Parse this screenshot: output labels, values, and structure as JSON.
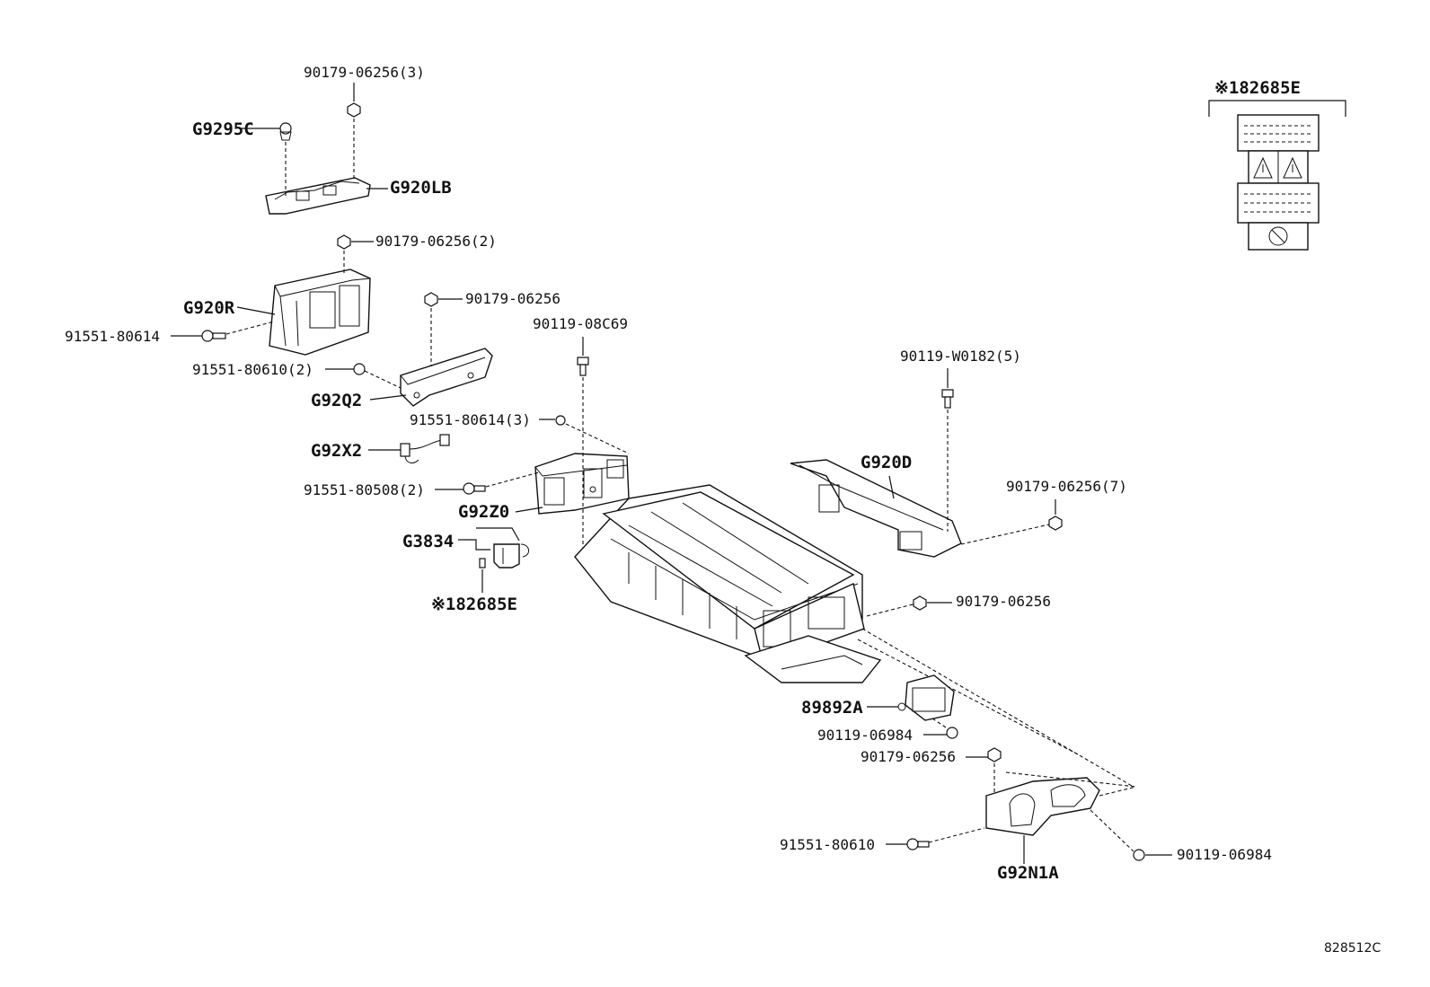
{
  "labels": {
    "l01": "90179-06256(3)",
    "l02": "G9295C",
    "l03": "G920LB",
    "l04": "90179-06256(2)",
    "l05": "G920R",
    "l06": "91551-80614",
    "l07": "90179-06256",
    "l08": "90119-08C69",
    "l09": "91551-80610(2)",
    "l10": "G92Q2",
    "l11": "91551-80614(3)",
    "l12": "G92X2",
    "l13": "91551-80508(2)",
    "l14": "G92Z0",
    "l15": "G3834",
    "l16": "※182685E",
    "l17": "90119-W0182(5)",
    "l18": "G920D",
    "l19": "90179-06256(7)",
    "l20": "90179-06256",
    "l21": "89892A",
    "l22": "90119-06984",
    "l23": "90179-06256",
    "l24": "91551-80610",
    "l25": "90119-06984",
    "l26": "G92N1A",
    "l27": "※182685E",
    "l28": "828512C"
  },
  "icons": [
    "warning-triangle-icon",
    "no-disassembly-icon"
  ]
}
